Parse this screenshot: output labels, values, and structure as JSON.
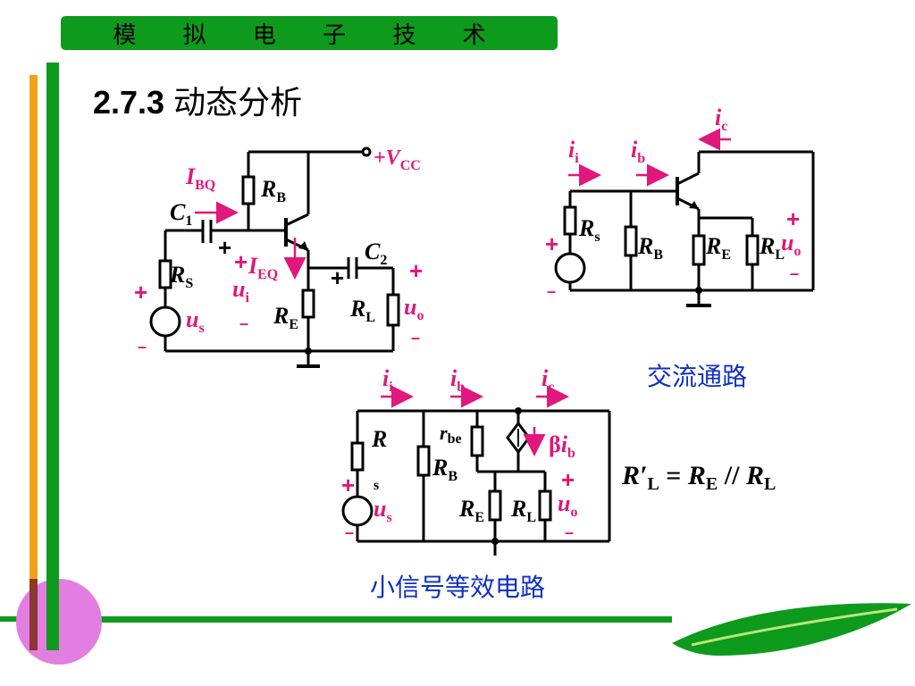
{
  "header": {
    "title": "模 拟 电 子 技 术"
  },
  "section": {
    "number": "2.7.3",
    "title": "动态分析"
  },
  "captions": {
    "ac_path": "交流通路",
    "small_signal": "小信号等效电路"
  },
  "formula": {
    "lhs": "R′",
    "lhs_sub": "L",
    "eq": " = ",
    "r1": "R",
    "r1_sub": "E",
    "par": " // ",
    "r2": "R",
    "r2_sub": "L"
  },
  "labels": {
    "vcc": "+V",
    "vcc_sub": "CC",
    "ibq": "I",
    "ibq_sub": "BQ",
    "ieq": "I",
    "ieq_sub": "EQ",
    "rb": "R",
    "rb_sub": "B",
    "rs_upper": "R",
    "rs_upper_sub": "S",
    "rs_lower": "R",
    "rs_lower_sub": "s",
    "re": "R",
    "re_sub": "E",
    "rl": "R",
    "rl_sub": "L",
    "c1": "C",
    "c1_sub": "1",
    "c2": "C",
    "c2_sub": "2",
    "ui": "u",
    "ui_sub": "i",
    "us": "u",
    "us_sub": "s",
    "uo": "u",
    "uo_sub": "o",
    "ii": "i",
    "ii_sub": "i",
    "ib": "i",
    "ib_sub": "b",
    "ic": "i",
    "ic_sub": "c",
    "rbe": "r",
    "rbe_sub": "be",
    "beta_ib": "β",
    "beta_ib_i": "i",
    "beta_ib_sub": "b",
    "plus": "+",
    "minus": "–"
  },
  "colors": {
    "banner": "#0e9a1d",
    "accent": "#e0177c",
    "caption": "#1030c0",
    "orange": "#f4a11a",
    "circle": "#e27ee0"
  }
}
